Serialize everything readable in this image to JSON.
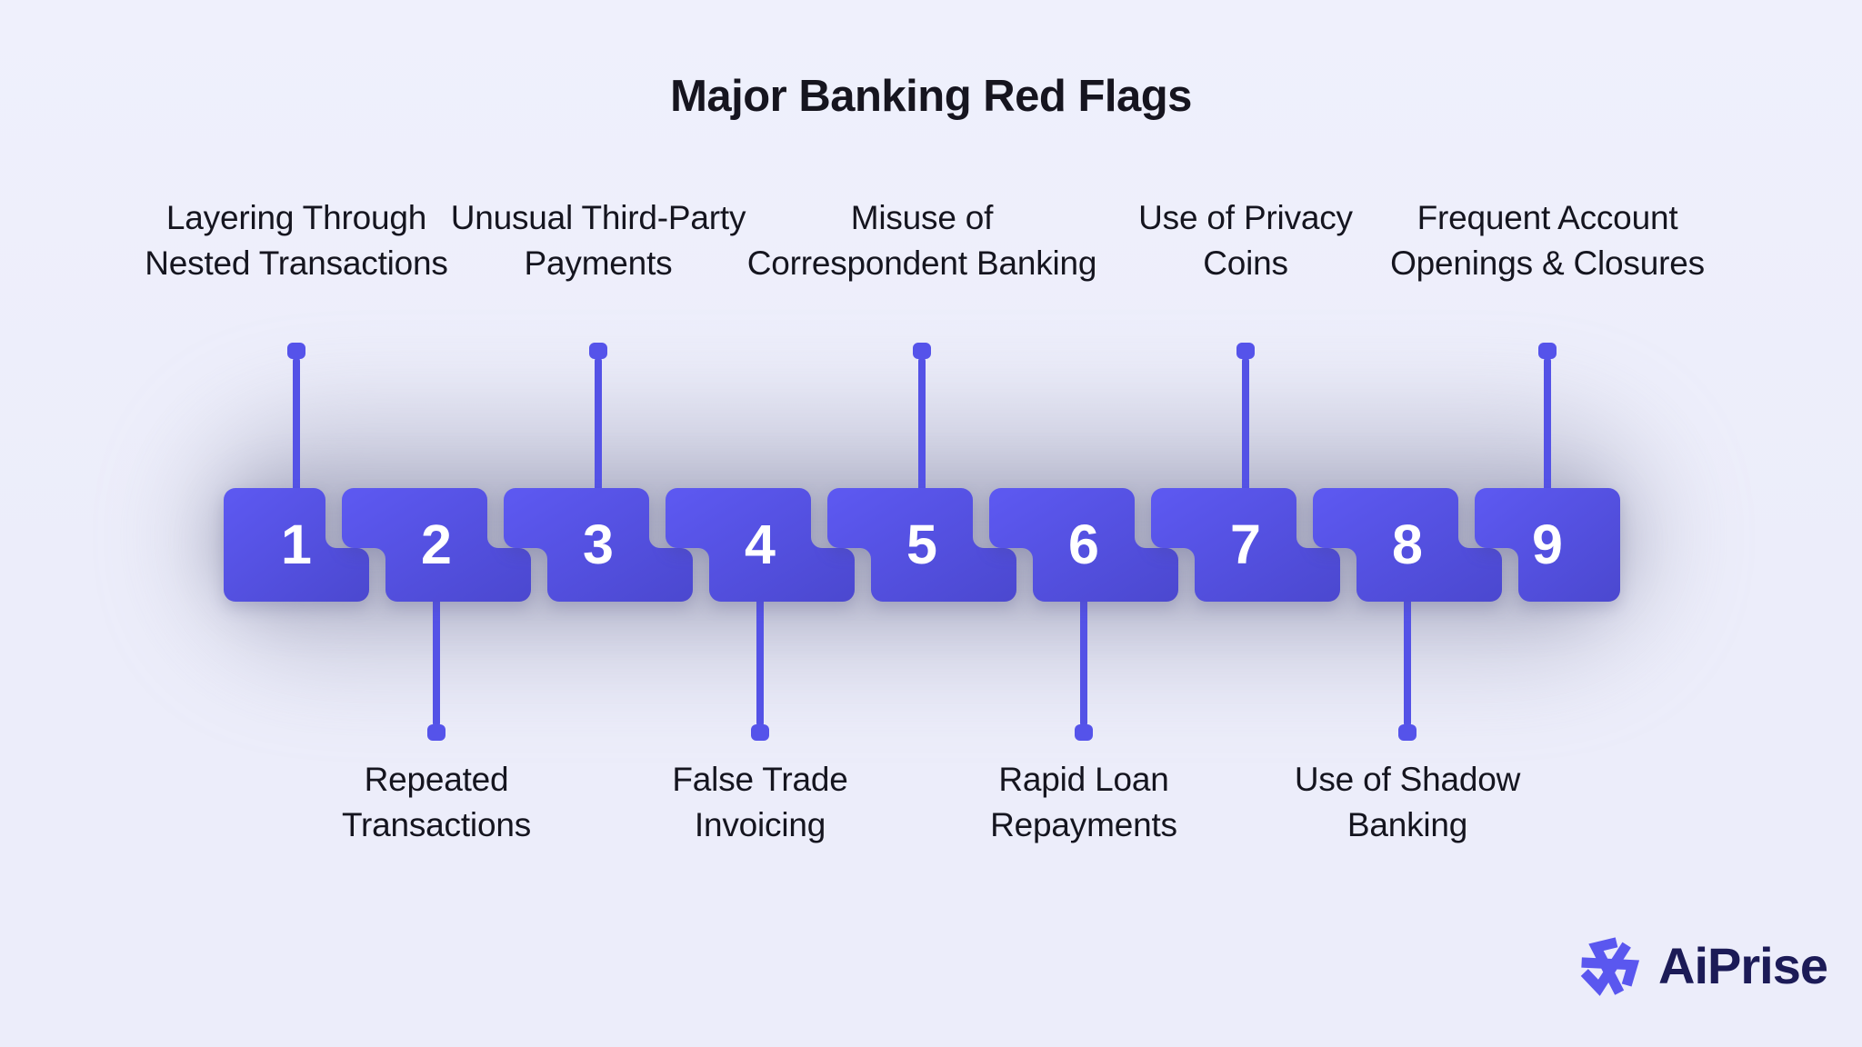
{
  "title": {
    "text": "Major Banking Red Flags"
  },
  "steps": [
    {
      "number": "1",
      "label": "Layering Through Nested Transactions",
      "label_lines": [
        "Layering Through",
        "Nested Transactions"
      ],
      "label_position": "top"
    },
    {
      "number": "2",
      "label": "Repeated Transactions",
      "label_lines": [
        "Repeated",
        "Transactions"
      ],
      "label_position": "bottom"
    },
    {
      "number": "3",
      "label": "Unusual Third-Party Payments",
      "label_lines": [
        "Unusual Third-Party",
        "Payments"
      ],
      "label_position": "top"
    },
    {
      "number": "4",
      "label": "False Trade Invoicing",
      "label_lines": [
        "False Trade",
        "Invoicing"
      ],
      "label_position": "bottom"
    },
    {
      "number": "5",
      "label": "Misuse of Correspondent Banking",
      "label_lines": [
        "Misuse of",
        "Correspondent Banking"
      ],
      "label_position": "top"
    },
    {
      "number": "6",
      "label": "Rapid Loan Repayments",
      "label_lines": [
        "Rapid Loan",
        "Repayments"
      ],
      "label_position": "bottom"
    },
    {
      "number": "7",
      "label": "Use of Privacy Coins",
      "label_lines": [
        "Use of Privacy",
        "Coins"
      ],
      "label_position": "top"
    },
    {
      "number": "8",
      "label": "Use of Shadow Banking",
      "label_lines": [
        "Use of Shadow",
        "Banking"
      ],
      "label_position": "bottom"
    },
    {
      "number": "9",
      "label": "Frequent Account Openings & Closures",
      "label_lines": [
        "Frequent Account",
        "Openings & Closures"
      ],
      "label_position": "top"
    }
  ],
  "logo": {
    "text": "AiPrise",
    "mark": "aiprise-triangle-mark"
  },
  "colors": {
    "background": "#ecedfa",
    "tile_gradient_start": "#5d59f2",
    "tile_gradient_end": "#4b48cf",
    "connector": "#5452e6",
    "connector_cap": "#5553ea",
    "number_text": "#ffffff",
    "label_text": "#15151f",
    "logo_mark": "#5a57ef",
    "logo_text": "#1c1b57"
  }
}
